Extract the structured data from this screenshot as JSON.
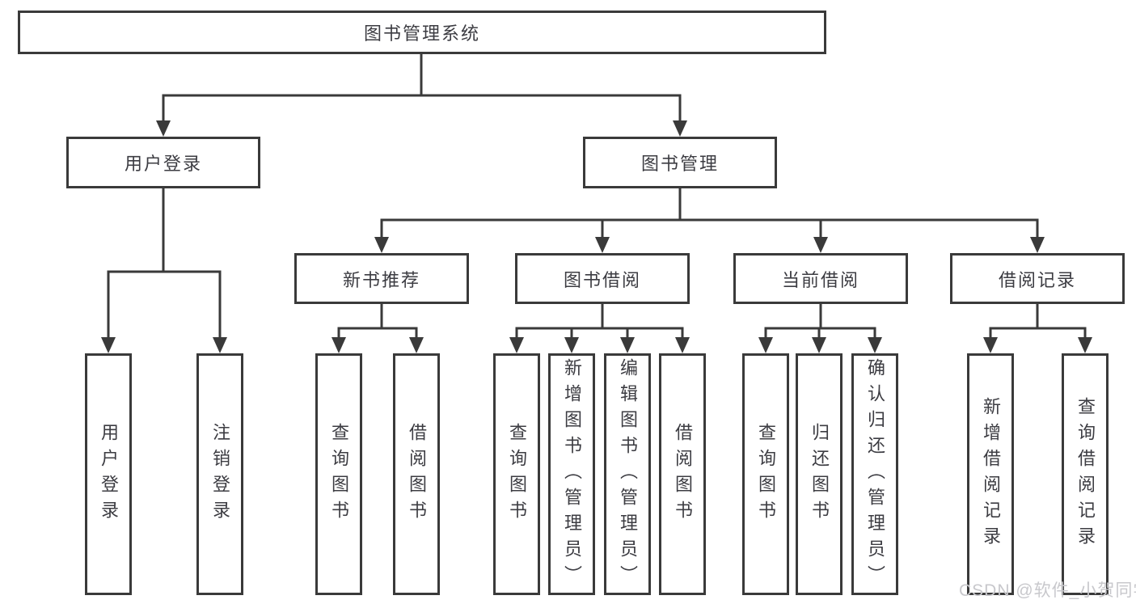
{
  "diagram": {
    "root": {
      "label": "图书管理系统"
    },
    "branches": [
      {
        "label": "用户登录",
        "children": [
          {
            "label": "用户登录"
          },
          {
            "label": "注销登录"
          }
        ]
      },
      {
        "label": "图书管理",
        "children": [
          {
            "label": "新书推荐",
            "children": [
              {
                "label": "查询图书"
              },
              {
                "label": "借阅图书"
              }
            ]
          },
          {
            "label": "图书借阅",
            "children": [
              {
                "label": "查询图书"
              },
              {
                "label": "新增图书（管理员）"
              },
              {
                "label": "编辑图书（管理员）"
              },
              {
                "label": "借阅图书"
              }
            ]
          },
          {
            "label": "当前借阅",
            "children": [
              {
                "label": "查询图书"
              },
              {
                "label": "归还图书"
              },
              {
                "label": "确认归还（管理员）"
              }
            ]
          },
          {
            "label": "借阅记录",
            "children": [
              {
                "label": "新增借阅记录"
              },
              {
                "label": "查询借阅记录"
              }
            ]
          }
        ]
      }
    ]
  },
  "watermark": {
    "text": "CSDN @软件_小贺同学"
  },
  "colors": {
    "line": "#3a3a3a",
    "text": "#3c3c42",
    "box_background": "#ffffff",
    "watermark": "#c8c8cc"
  }
}
